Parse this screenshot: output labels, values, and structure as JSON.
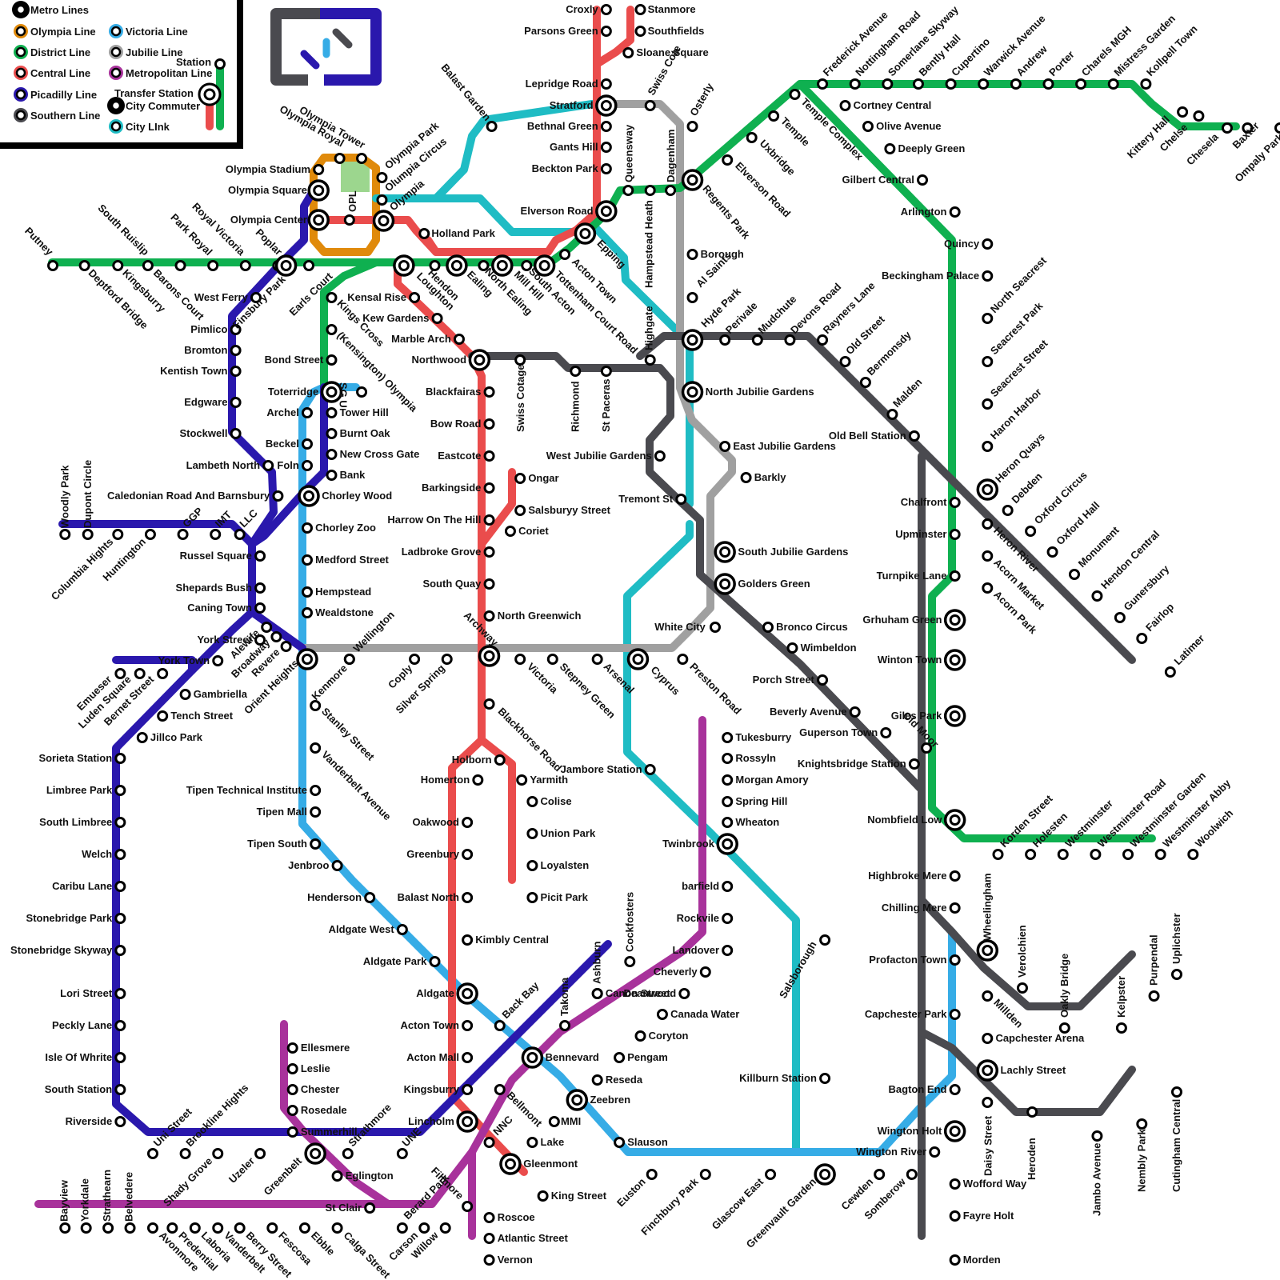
{
  "legend": {
    "items": [
      {
        "label": "Metro Lines",
        "color": "#000000"
      },
      {
        "label": "Olympia Line",
        "color": "#e08a0b"
      },
      {
        "label": "District Line",
        "color": "#0fb050"
      },
      {
        "label": "Central Line",
        "color": "#ea4c4c"
      },
      {
        "label": "Picadilly Line",
        "color": "#2a18ad"
      },
      {
        "label": "Southern Line",
        "color": "#4a4a4f"
      },
      {
        "label": "Victoria Line",
        "color": "#36ace6"
      },
      {
        "label": "Jubilie Line",
        "color": "#a0a0a0"
      },
      {
        "label": "Metropolitan Line",
        "color": "#a8329b"
      },
      {
        "label": "City Commuter",
        "color": "#000000"
      },
      {
        "label": "City LInk",
        "color": "#1fbcc4"
      }
    ],
    "station_label": "Station",
    "transfer_label": "Transfer Station"
  },
  "lines": {
    "olympia": "#e08a0b",
    "district": "#0fb050",
    "central": "#ea4c4c",
    "picadilly": "#2a18ad",
    "southern": "#4a4a4f",
    "victoria": "#36ace6",
    "jubilie": "#a0a0a0",
    "metropolitan": "#a8329b",
    "citylink": "#1fbcc4",
    "park": "#9cd68e"
  },
  "stations": [
    {
      "name": "Croxly"
    },
    {
      "name": "Parsons Green"
    },
    {
      "name": "Stanmore"
    },
    {
      "name": "Southfields"
    },
    {
      "name": "Sloane Square"
    },
    {
      "name": "Lepridge Road"
    },
    {
      "name": "Stratford"
    },
    {
      "name": "Bethnal Green"
    },
    {
      "name": "Gants Hill"
    },
    {
      "name": "Beckton Park"
    },
    {
      "name": "Elverson Road"
    },
    {
      "name": "Swiss Cote"
    },
    {
      "name": "Queensway"
    },
    {
      "name": "Dagenham"
    },
    {
      "name": "Osterly"
    },
    {
      "name": "Regents Park"
    },
    {
      "name": "Balast Garden"
    },
    {
      "name": "Olympia Tower"
    },
    {
      "name": "Olympia Royal"
    },
    {
      "name": "Olympia Park"
    },
    {
      "name": "Olumpia Circus"
    },
    {
      "name": "Olympia"
    },
    {
      "name": "Olympia Stadium"
    },
    {
      "name": "Olympia Square"
    },
    {
      "name": "Olympia Center"
    },
    {
      "name": "OPL"
    },
    {
      "name": "Holland Park"
    },
    {
      "name": "Epping"
    },
    {
      "name": "Acton Town"
    },
    {
      "name": "Tottenham Court Road"
    },
    {
      "name": "South Acton"
    },
    {
      "name": "Mill Hill"
    },
    {
      "name": "North Ealing"
    },
    {
      "name": "Ealing"
    },
    {
      "name": "Hendon"
    },
    {
      "name": "Loughton"
    },
    {
      "name": "Putney"
    },
    {
      "name": "Deptford Bridge"
    },
    {
      "name": "Kingsburry"
    },
    {
      "name": "South Ruislip"
    },
    {
      "name": "Barons Court"
    },
    {
      "name": "Park Royal"
    },
    {
      "name": "Royal Victoria"
    },
    {
      "name": "Poplar"
    },
    {
      "name": "Finsbury Park"
    },
    {
      "name": "Earls Court"
    },
    {
      "name": "West Ferry"
    },
    {
      "name": "Pimlico"
    },
    {
      "name": "Bromton"
    },
    {
      "name": "Kentish Town"
    },
    {
      "name": "Edgware"
    },
    {
      "name": "Stockwell"
    },
    {
      "name": "Lambeth North"
    },
    {
      "name": "Caledonian Road And Barnsbury"
    },
    {
      "name": "Kensal Rise"
    },
    {
      "name": "Kew Gardens"
    },
    {
      "name": "Marble Arch"
    },
    {
      "name": "Northwood"
    },
    {
      "name": "Kings Cross"
    },
    {
      "name": "(Kensington) Olympia"
    },
    {
      "name": "Bond Street"
    },
    {
      "name": "Toterridge"
    },
    {
      "name": "SG U"
    },
    {
      "name": "Archel"
    },
    {
      "name": "Tower Hill"
    },
    {
      "name": "Burnt Oak"
    },
    {
      "name": "Beckel"
    },
    {
      "name": "New Cross Gate"
    },
    {
      "name": "Foln"
    },
    {
      "name": "Bank"
    },
    {
      "name": "Chorley Wood"
    },
    {
      "name": "Chorley Zoo"
    },
    {
      "name": "Medford Street"
    },
    {
      "name": "Hempstead"
    },
    {
      "name": "Wealdstone"
    },
    {
      "name": "Swiss Cotage"
    },
    {
      "name": "Richmond"
    },
    {
      "name": "St Paceras"
    },
    {
      "name": "Highgate"
    },
    {
      "name": "Hampstead Heath"
    },
    {
      "name": "Hyde Park"
    },
    {
      "name": "Al Saints"
    },
    {
      "name": "Borough"
    },
    {
      "name": "Perivale"
    },
    {
      "name": "Mudchute"
    },
    {
      "name": "Devons Road"
    },
    {
      "name": "Rayners Lane"
    },
    {
      "name": "Old Street"
    },
    {
      "name": "Bermonsdy"
    },
    {
      "name": "Malden"
    },
    {
      "name": "Old Bell Station"
    },
    {
      "name": "North Jubilie Gardens"
    },
    {
      "name": "East Jubilie Gardens"
    },
    {
      "name": "Barkly"
    },
    {
      "name": "West Jubilie Gardens"
    },
    {
      "name": "Tremont St"
    },
    {
      "name": "South Jubilie Gardens"
    },
    {
      "name": "Golders Green"
    },
    {
      "name": "White City"
    },
    {
      "name": "Bronco Circus"
    },
    {
      "name": "Wimbeldon"
    },
    {
      "name": "Porch Street"
    },
    {
      "name": "Beverly Avenue"
    },
    {
      "name": "Guperson Town"
    },
    {
      "name": "Knightsbridge Station"
    },
    {
      "name": "Old Moor"
    },
    {
      "name": "Blackfairas"
    },
    {
      "name": "Bow Road"
    },
    {
      "name": "Eastcote"
    },
    {
      "name": "Barkingside"
    },
    {
      "name": "Harrow On The Hill"
    },
    {
      "name": "Ladbroke Grove"
    },
    {
      "name": "South Quay"
    },
    {
      "name": "North Greenwich"
    },
    {
      "name": "Ongar"
    },
    {
      "name": "Salsburyy Street"
    },
    {
      "name": "Coriet"
    },
    {
      "name": "Archway"
    },
    {
      "name": "Victoria"
    },
    {
      "name": "Stepney Green"
    },
    {
      "name": "Arsenal"
    },
    {
      "name": "Cyprus"
    },
    {
      "name": "Preston Road"
    },
    {
      "name": "Blackhorse Road"
    },
    {
      "name": "Kenmore"
    },
    {
      "name": "Wellington"
    },
    {
      "name": "Coply"
    },
    {
      "name": "Silver Spring"
    },
    {
      "name": "Orient Heights"
    },
    {
      "name": "Revere"
    },
    {
      "name": "Broadway"
    },
    {
      "name": "Alewife"
    },
    {
      "name": "Frederick Avenue"
    },
    {
      "name": "Nottingham Road"
    },
    {
      "name": "Somerlane Skyway"
    },
    {
      "name": "Bently Hall"
    },
    {
      "name": "Cupertino"
    },
    {
      "name": "Warwick Avenue"
    },
    {
      "name": "Andrew"
    },
    {
      "name": "Porter"
    },
    {
      "name": "Charels MGH"
    },
    {
      "name": "Mistress Garden"
    },
    {
      "name": "Kollpell Town"
    },
    {
      "name": "Kittery Hall"
    },
    {
      "name": "Chelse"
    },
    {
      "name": "Chesela"
    },
    {
      "name": "Baxter"
    },
    {
      "name": "Ompaly Park"
    },
    {
      "name": "Temple Complex"
    },
    {
      "name": "Temple"
    },
    {
      "name": "Uxbridge"
    },
    {
      "name": "Elverson Road"
    },
    {
      "name": "Cortney Central"
    },
    {
      "name": "Olive Avenue"
    },
    {
      "name": "Deeply Green"
    },
    {
      "name": "Gilbert Central"
    },
    {
      "name": "Arlington"
    },
    {
      "name": "Quincy"
    },
    {
      "name": "Beckingham Palace"
    },
    {
      "name": "North Seacrest"
    },
    {
      "name": "Seacrest Park"
    },
    {
      "name": "Seacrest Street"
    },
    {
      "name": "Haron Harbor"
    },
    {
      "name": "Heron Quays"
    },
    {
      "name": "Debden"
    },
    {
      "name": "Oxford Circus"
    },
    {
      "name": "Oxford Hall"
    },
    {
      "name": "Monument"
    },
    {
      "name": "Hendon Central"
    },
    {
      "name": "Gunersbury"
    },
    {
      "name": "Fairlop"
    },
    {
      "name": "Latimer"
    },
    {
      "name": "Heron River"
    },
    {
      "name": "Acorn Market"
    },
    {
      "name": "Acorn Park"
    },
    {
      "name": "Chalfront"
    },
    {
      "name": "Upminster"
    },
    {
      "name": "Turnpike Lane"
    },
    {
      "name": "Grhuham Green"
    },
    {
      "name": "Winton Town"
    },
    {
      "name": "Giles Park"
    },
    {
      "name": "Nombfield Low"
    },
    {
      "name": "Korden Street"
    },
    {
      "name": "Holesten"
    },
    {
      "name": "Westminster"
    },
    {
      "name": "Westminster Road"
    },
    {
      "name": "Westminster Garden"
    },
    {
      "name": "Westminster Abby"
    },
    {
      "name": "Woolwich"
    },
    {
      "name": "Highbroke Mere"
    },
    {
      "name": "Chilling Mere"
    },
    {
      "name": "Profacton Town"
    },
    {
      "name": "Capchester Park"
    },
    {
      "name": "Bagton End"
    },
    {
      "name": "Wington Holt"
    },
    {
      "name": "Wington River"
    },
    {
      "name": "Wofford Way"
    },
    {
      "name": "Fayre Holt"
    },
    {
      "name": "Morden"
    },
    {
      "name": "Wheelingham"
    },
    {
      "name": "Verolchien"
    },
    {
      "name": "Oakly Bridge"
    },
    {
      "name": "Kelpster"
    },
    {
      "name": "Purpendal"
    },
    {
      "name": "Uplichster"
    },
    {
      "name": "Millden"
    },
    {
      "name": "Capchester Arena"
    },
    {
      "name": "Lachly Street"
    },
    {
      "name": "Daisy Street"
    },
    {
      "name": "Heroden"
    },
    {
      "name": "Jambo Avenue"
    },
    {
      "name": "Nembly Park"
    },
    {
      "name": "Cutingham Central"
    },
    {
      "name": "Woodly Park"
    },
    {
      "name": "Dupont Circle"
    },
    {
      "name": "Columbia Hights"
    },
    {
      "name": "Huntington"
    },
    {
      "name": "GGP"
    },
    {
      "name": "IMT"
    },
    {
      "name": "LLC"
    },
    {
      "name": "Russel Square"
    },
    {
      "name": "Shepards Bush"
    },
    {
      "name": "Caning Town"
    },
    {
      "name": "York Street"
    },
    {
      "name": "York Town"
    },
    {
      "name": "Emueser"
    },
    {
      "name": "Luden Square"
    },
    {
      "name": "Bernet Street"
    },
    {
      "name": "Gambriella"
    },
    {
      "name": "Tench Street"
    },
    {
      "name": "Jillco Park"
    },
    {
      "name": "Sorieta Station"
    },
    {
      "name": "Limbree Park"
    },
    {
      "name": "South Limbree"
    },
    {
      "name": "Welch"
    },
    {
      "name": "Caribu Lane"
    },
    {
      "name": "Stonebridge Park"
    },
    {
      "name": "Stonebridge Skyway"
    },
    {
      "name": "Lori Street"
    },
    {
      "name": "Peckly Lane"
    },
    {
      "name": "Isle Of Whrite"
    },
    {
      "name": "South Station"
    },
    {
      "name": "Riverside"
    },
    {
      "name": "Uni Street"
    },
    {
      "name": "Brookline Hights"
    },
    {
      "name": "Shady Grove"
    },
    {
      "name": "Uzeler"
    },
    {
      "name": "Greenbelt"
    },
    {
      "name": "Strathmore"
    },
    {
      "name": "UNE"
    },
    {
      "name": "Eglington"
    },
    {
      "name": "St Clair"
    },
    {
      "name": "Ellesmere"
    },
    {
      "name": "Leslie"
    },
    {
      "name": "Chester"
    },
    {
      "name": "Rosedale"
    },
    {
      "name": "Summerhill"
    },
    {
      "name": "Stanley Street"
    },
    {
      "name": "Vanderbelt Avenue"
    },
    {
      "name": "Tipen Technical Institute"
    },
    {
      "name": "Tipen Mall"
    },
    {
      "name": "Tipen South"
    },
    {
      "name": "Jenbroo"
    },
    {
      "name": "Henderson"
    },
    {
      "name": "Aldgate West"
    },
    {
      "name": "Aldgate Park"
    },
    {
      "name": "Holborn"
    },
    {
      "name": "Homerton"
    },
    {
      "name": "Yarmith"
    },
    {
      "name": "Colise"
    },
    {
      "name": "Union Park"
    },
    {
      "name": "Loyalsten"
    },
    {
      "name": "Picit Park"
    },
    {
      "name": "Oakwood"
    },
    {
      "name": "Greenbury"
    },
    {
      "name": "Balast North"
    },
    {
      "name": "Kimbly Central"
    },
    {
      "name": "Aldgate"
    },
    {
      "name": "Acton Town"
    },
    {
      "name": "Acton Mall"
    },
    {
      "name": "Kingsburry"
    },
    {
      "name": "Lincholm"
    },
    {
      "name": "Back Bay"
    },
    {
      "name": "Bellmont"
    },
    {
      "name": "NNC"
    },
    {
      "name": "Bennevard"
    },
    {
      "name": "Takoma"
    },
    {
      "name": "Ashburn"
    },
    {
      "name": "Canon Street"
    },
    {
      "name": "Cockfosters"
    },
    {
      "name": "Gleenmont"
    },
    {
      "name": "King Street"
    },
    {
      "name": "Lake"
    },
    {
      "name": "MMI"
    },
    {
      "name": "Zeebren"
    },
    {
      "name": "Reseda"
    },
    {
      "name": "Pengam"
    },
    {
      "name": "Coryton"
    },
    {
      "name": "Canada Water"
    },
    {
      "name": "Deanwood"
    },
    {
      "name": "Cheverly"
    },
    {
      "name": "Landover"
    },
    {
      "name": "Rockvile"
    },
    {
      "name": "barfield"
    },
    {
      "name": "Twinbrook"
    },
    {
      "name": "Wheaton"
    },
    {
      "name": "Spring Hill"
    },
    {
      "name": "Morgan Amory"
    },
    {
      "name": "Rossyln"
    },
    {
      "name": "Tukesburry"
    },
    {
      "name": "Jambore Station"
    },
    {
      "name": "Salsborough"
    },
    {
      "name": "Killburn Station"
    },
    {
      "name": "Greenvault Garden"
    },
    {
      "name": "Cewden"
    },
    {
      "name": "Somberow"
    },
    {
      "name": "Glascow East"
    },
    {
      "name": "Finchbury Park"
    },
    {
      "name": "Euston"
    },
    {
      "name": "Slauson"
    },
    {
      "name": "Fillmore"
    },
    {
      "name": "Roscoe"
    },
    {
      "name": "Atlantic Street"
    },
    {
      "name": "Vernon"
    },
    {
      "name": "Willow"
    },
    {
      "name": "Carson"
    },
    {
      "name": "Berard Park"
    },
    {
      "name": "Calga Street"
    },
    {
      "name": "Ebble"
    },
    {
      "name": "Fescosa"
    },
    {
      "name": "Berry Street"
    },
    {
      "name": "Vanderbelt"
    },
    {
      "name": "Laboria"
    },
    {
      "name": "Predential"
    },
    {
      "name": "Avonmore"
    },
    {
      "name": "Belvedere"
    },
    {
      "name": "Strathearn"
    },
    {
      "name": "Yorkdale"
    },
    {
      "name": "Bayview"
    }
  ]
}
